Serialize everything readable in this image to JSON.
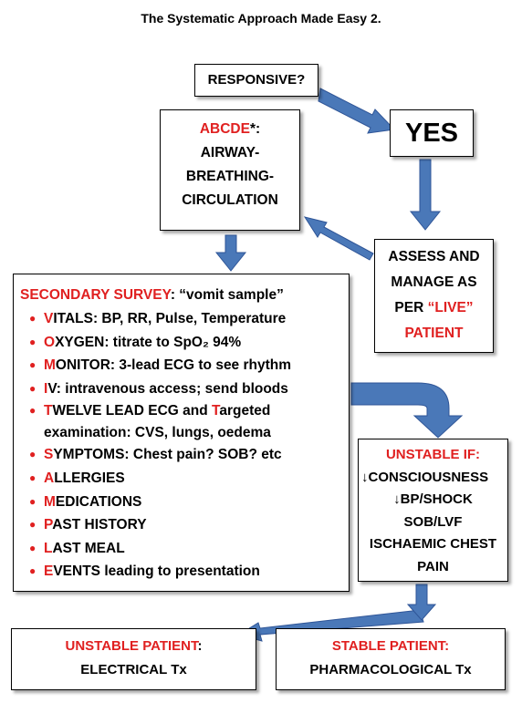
{
  "title": "The Systematic Approach Made Easy 2.",
  "responsive": "RESPONSIVE?",
  "yes": "YES",
  "abcde": {
    "label_red": "ABCDE",
    "label_suffix": "*:",
    "line1": "AIRWAY-",
    "line2": "BREATHING-",
    "line3": "CIRCULATION"
  },
  "assess": {
    "line1": "ASSESS AND",
    "line2": "MANAGE AS",
    "line3_prefix": "PER ",
    "line3_red": "“LIVE”",
    "line4": "PATIENT"
  },
  "secondary": {
    "heading_red": "SECONDARY SURVEY",
    "heading_rest": ": “vomit sample”",
    "items": [
      {
        "initial": "V",
        "rest": "ITALS: BP, RR, Pulse, Temperature"
      },
      {
        "initial": "O",
        "rest": "XYGEN: titrate to SpO₂ 94%"
      },
      {
        "initial": "M",
        "rest": "ONITOR: 3-lead ECG to see rhythm"
      },
      {
        "initial": "I",
        "rest": "V: intravenous access; send bloods"
      },
      {
        "initial": "T",
        "rest": "WELVE LEAD ECG and ",
        "initial2": "T",
        "rest2": "argeted examination: CVS, lungs, oedema"
      },
      {
        "initial": "S",
        "rest": "YMPTOMS: Chest pain? SOB? etc"
      },
      {
        "initial": "A",
        "rest": "LLERGIES"
      },
      {
        "initial": "M",
        "rest": "EDICATIONS"
      },
      {
        "initial": "P",
        "rest": "AST HISTORY"
      },
      {
        "initial": "L",
        "rest": "AST MEAL"
      },
      {
        "initial": "E",
        "rest": "VENTS leading to presentation"
      }
    ]
  },
  "unstable_if": {
    "heading": "UNSTABLE IF:",
    "line1": "↓CONSCIOUSNESS",
    "line2": "↓BP/SHOCK",
    "line3": "SOB/LVF",
    "line4": "ISCHAEMIC CHEST",
    "line5": "PAIN"
  },
  "unstable_patient": {
    "label": "UNSTABLE PATIENT",
    "suffix": ":",
    "treatment": "ELECTRICAL Tx"
  },
  "stable_patient": {
    "label": "STABLE PATIENT:",
    "treatment": "PHARMACOLOGICAL Tx"
  },
  "colors": {
    "accent_red": "#e02020",
    "arrow_fill": "#4a78b8",
    "arrow_stroke": "#2f5597"
  }
}
